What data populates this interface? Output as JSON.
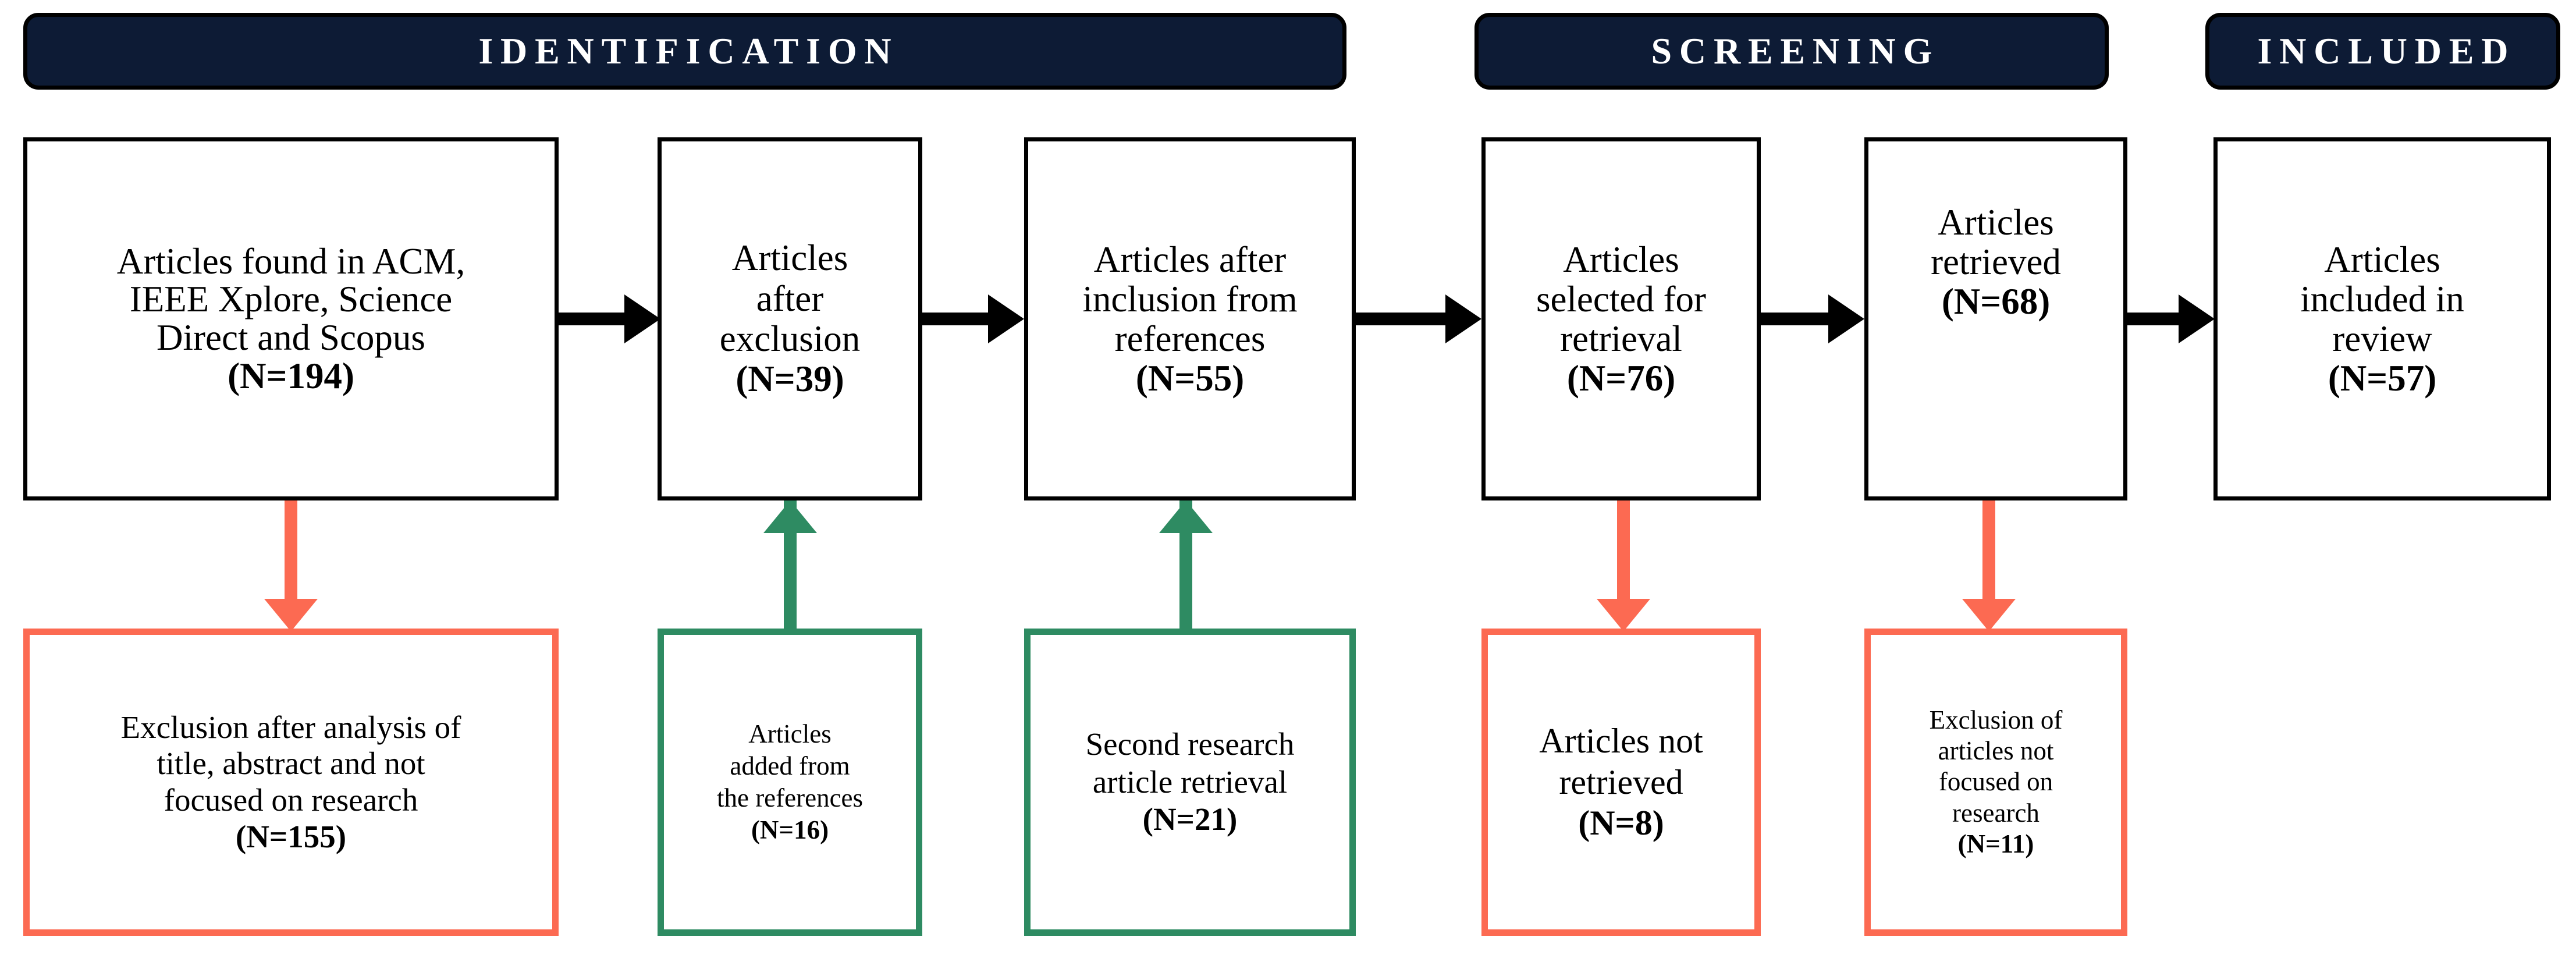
{
  "colors": {
    "banner_fill": "#0D1B35",
    "banner_border": "#000000",
    "box_border": "#000000",
    "exclusion_accent": "#FC6A52",
    "inclusion_accent": "#2E8B62",
    "arrow_black": "#000000",
    "page_background": "#FFFFFF",
    "text": "#000000",
    "banner_text": "#FFFFFF"
  },
  "banners": [
    {
      "id": "identification",
      "label": "IDENTIFICATION"
    },
    {
      "id": "screening",
      "label": "SCREENING"
    },
    {
      "id": "included",
      "label": "INCLUDED"
    }
  ],
  "flow_boxes": [
    {
      "id": "articles-found",
      "lines": [
        "Articles found in ACM,",
        "IEEE Xplore, Science",
        "Direct and Scopus"
      ],
      "count_label": "(N=194)",
      "count": 194
    },
    {
      "id": "articles-after-exclusion",
      "lines": [
        "Articles",
        "after",
        "exclusion"
      ],
      "count_label": "(N=39)",
      "count": 39
    },
    {
      "id": "articles-after-inclusion-from-references",
      "lines": [
        "Articles after",
        "inclusion from",
        "references"
      ],
      "count_label": "(N=55)",
      "count": 55
    },
    {
      "id": "articles-selected-for-retrieval",
      "lines": [
        "Articles",
        "selected for",
        "retrieval"
      ],
      "count_label": "(N=76)",
      "count": 76
    },
    {
      "id": "articles-retrieved",
      "lines": [
        "Articles",
        "retrieved"
      ],
      "count_label": "(N=68)",
      "count": 68
    },
    {
      "id": "articles-included-in-review",
      "lines": [
        "Articles",
        "included in",
        "review"
      ],
      "count_label": "(N=57)",
      "count": 57
    }
  ],
  "side_boxes": [
    {
      "id": "exclusion-title-abstract",
      "kind": "exclusion",
      "lines": [
        "Exclusion after analysis of",
        "title, abstract and not",
        "focused on research"
      ],
      "count_label": "(N=155)",
      "count": 155
    },
    {
      "id": "articles-added-from-references",
      "kind": "inclusion",
      "lines": [
        "Articles",
        "added from",
        "the references"
      ],
      "count_label": "(N=16)",
      "count": 16
    },
    {
      "id": "second-research-article-retrieval",
      "kind": "inclusion",
      "lines": [
        "Second research",
        "article retrieval"
      ],
      "count_label": "(N=21)",
      "count": 21
    },
    {
      "id": "articles-not-retrieved",
      "kind": "exclusion",
      "lines": [
        "Articles not",
        "retrieved"
      ],
      "count_label": "(N=8)",
      "count": 8
    },
    {
      "id": "exclusion-not-focused-on-research",
      "kind": "exclusion",
      "lines": [
        "Exclusion of",
        "articles not",
        "focused on",
        "research"
      ],
      "count_label": "(N=11)",
      "count": 11
    }
  ]
}
